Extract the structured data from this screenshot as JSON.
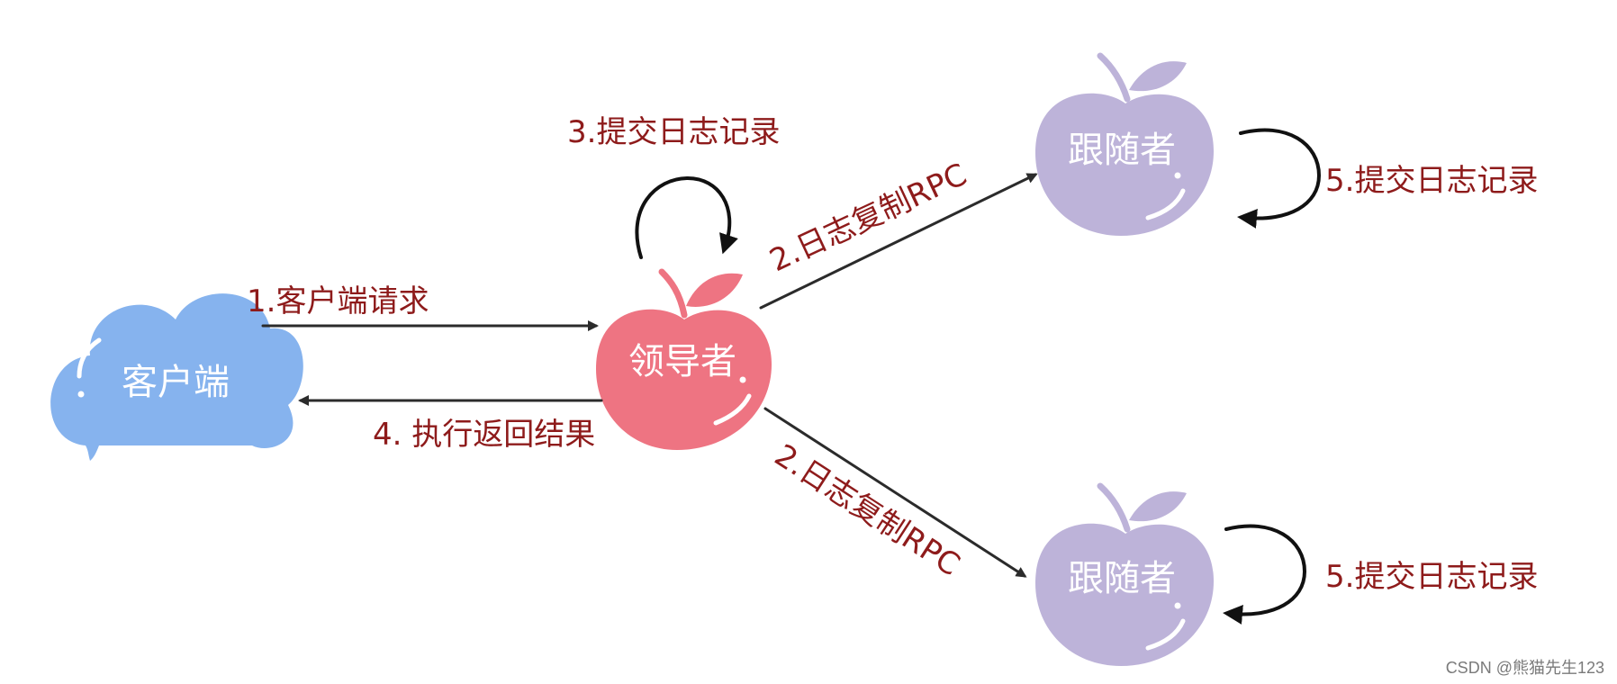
{
  "colors": {
    "client": "#86b3ee",
    "leader": "#ee7482",
    "follower": "#bdb3d9",
    "label": "#8e1b1b",
    "arrow": "#2b2b2b"
  },
  "nodes": {
    "client": {
      "label": "客户端"
    },
    "leader": {
      "label": "领导者"
    },
    "follower_top": {
      "label": "跟随者"
    },
    "follower_bottom": {
      "label": "跟随者"
    }
  },
  "edges": {
    "client_request": "1.客户端请求",
    "leader_commit": "3.提交日志记录",
    "replicate_top": "2.日志复制RPC",
    "replicate_bottom": "2.日志复制RPC",
    "return_result": "4. 执行返回结果",
    "follower_top_commit": "5.提交日志记录",
    "follower_bottom_commit": "5.提交日志记录"
  },
  "watermark": "CSDN @熊猫先生123"
}
